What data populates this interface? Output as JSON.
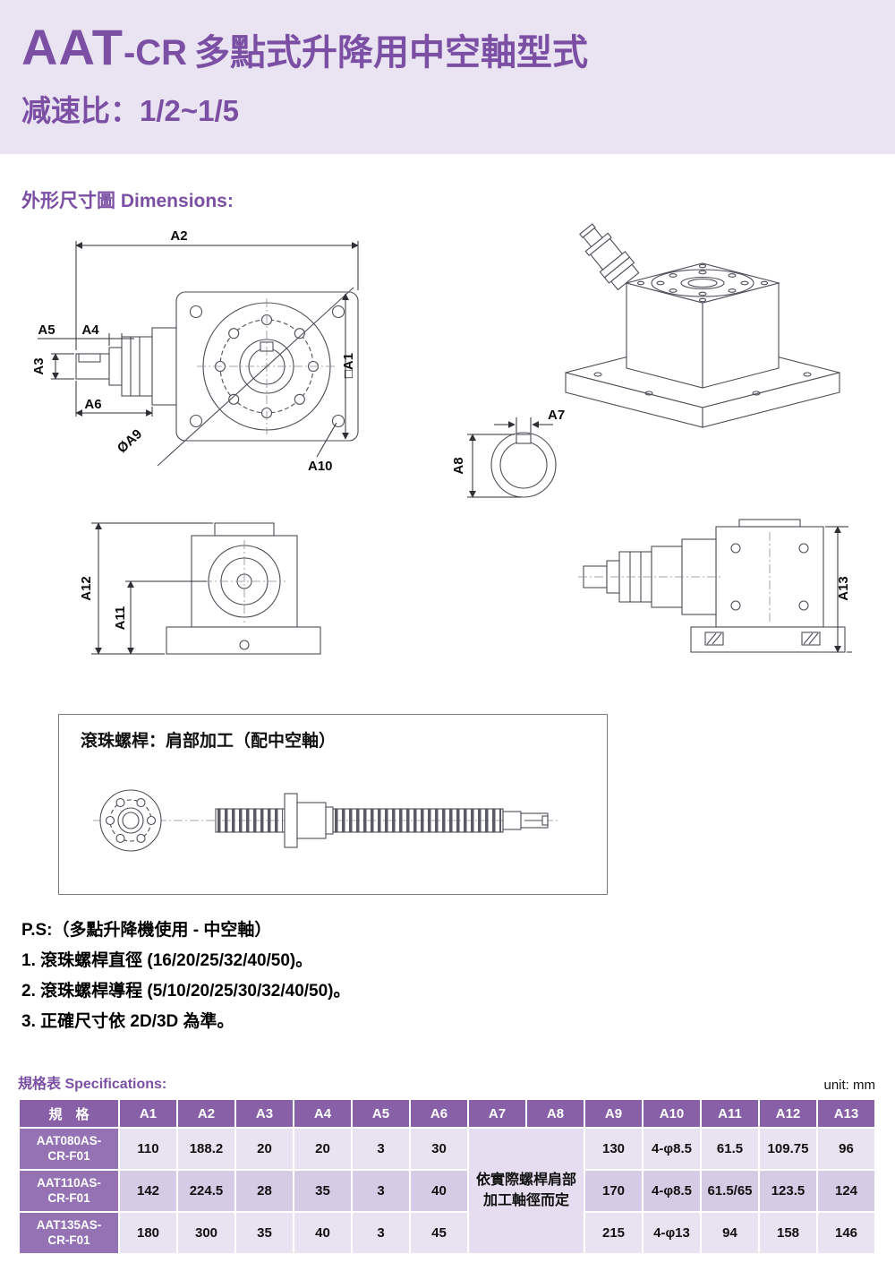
{
  "header": {
    "brand": "AAT",
    "model_suffix": "-CR",
    "title": "多點式升降用中空軸型式",
    "subtitle": "减速比：1/2~1/5"
  },
  "section": {
    "dimensions_label": "外形尺寸圖 Dimensions:"
  },
  "drawings": {
    "labels": {
      "a1": "□A1",
      "a2": "A2",
      "a3": "A3",
      "a4": "A4",
      "a5": "A5",
      "a6": "A6",
      "a7": "A7",
      "a8": "A8",
      "a9": "ØA9",
      "a10": "A10",
      "a11": "A11",
      "a12": "A12",
      "a13": "A13"
    }
  },
  "ballscrew": {
    "title": "滾珠螺桿：肩部加工（配中空軸）"
  },
  "notes": {
    "ps": "P.S:（多點升降機使用 - 中空軸）",
    "items": [
      "1. 滾珠螺桿直徑 (16/20/25/32/40/50)。",
      "2. 滾珠螺桿導程 (5/10/20/25/30/32/40/50)。",
      "3. 正確尺寸依 2D/3D 為準。"
    ]
  },
  "spec": {
    "label": "規格表 Specifications:",
    "unit": "unit: mm",
    "headers": [
      "規　格",
      "A1",
      "A2",
      "A3",
      "A4",
      "A5",
      "A6",
      "A7",
      "A8",
      "A9",
      "A10",
      "A11",
      "A12",
      "A13"
    ],
    "merged": {
      "line1": "依實際螺桿肩部",
      "line2": "加工軸徑而定"
    },
    "rows": [
      {
        "model1": "AAT080AS-",
        "model2": "CR-F01",
        "values": [
          "110",
          "188.2",
          "20",
          "20",
          "3",
          "30",
          "130",
          "4-φ8.5",
          "61.5",
          "109.75",
          "96"
        ]
      },
      {
        "model1": "AAT110AS-",
        "model2": "CR-F01",
        "values": [
          "142",
          "224.5",
          "28",
          "35",
          "3",
          "40",
          "170",
          "4-φ8.5",
          "61.5/65",
          "123.5",
          "124"
        ]
      },
      {
        "model1": "AAT135AS-",
        "model2": "CR-F01",
        "values": [
          "180",
          "300",
          "35",
          "40",
          "3",
          "45",
          "215",
          "4-φ13",
          "94",
          "158",
          "146"
        ]
      }
    ]
  },
  "colors": {
    "purple": "#7b4fa3",
    "band_bg": "#e9e3f2",
    "table_header": "#8760a7",
    "model_cell": "#9572b4",
    "row_light": "#e9e2f1",
    "row_mid": "#d6cbe4"
  }
}
